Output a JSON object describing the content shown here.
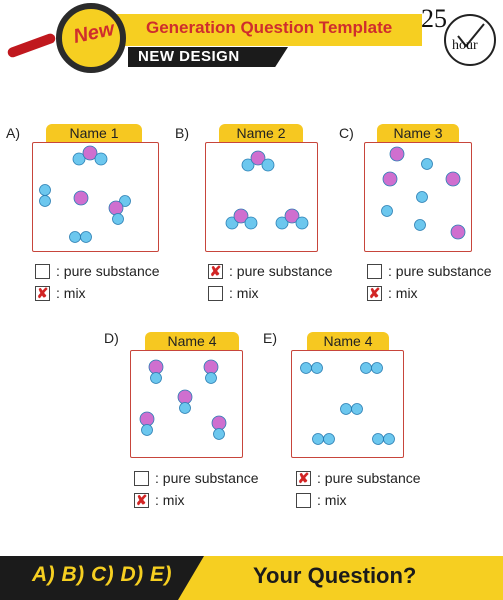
{
  "header": {
    "badge": "New",
    "title": "Generation Question Template",
    "subtitle": "NEW DESIGN",
    "time_value": "25.",
    "time_unit": "hour"
  },
  "questions": [
    {
      "letter": "A)",
      "name": "Name 1",
      "opt1": ": pure substance",
      "opt2": ": mix",
      "check1": "",
      "check2": "✘"
    },
    {
      "letter": "B)",
      "name": "Name 2",
      "opt1": ": pure substance",
      "opt2": ": mix",
      "check1": "✘",
      "check2": ""
    },
    {
      "letter": "C)",
      "name": "Name 3",
      "opt1": ": pure substance",
      "opt2": ": mix",
      "check1": "",
      "check2": "✘"
    },
    {
      "letter": "D)",
      "name": "Name 4",
      "opt1": ": pure substance",
      "opt2": ": mix",
      "check1": "",
      "check2": "✘"
    },
    {
      "letter": "E)",
      "name": "Name 4",
      "opt1": ": pure substance",
      "opt2": ": mix",
      "check1": "✘",
      "check2": ""
    }
  ],
  "footer": {
    "answers": "A) B) C) D) E)",
    "prompt": "Your Question?"
  },
  "colors": {
    "accent_yellow": "#f6cf21",
    "accent_red": "#cf2d2d",
    "atom_blue": "#6cc7ee",
    "atom_purple": "#cf6fcf",
    "box_border": "#c7453b"
  },
  "icons": [
    "magnifier-icon",
    "clock-icon",
    "blue-atom-icon",
    "purple-atom-icon",
    "check-mark-icon"
  ]
}
